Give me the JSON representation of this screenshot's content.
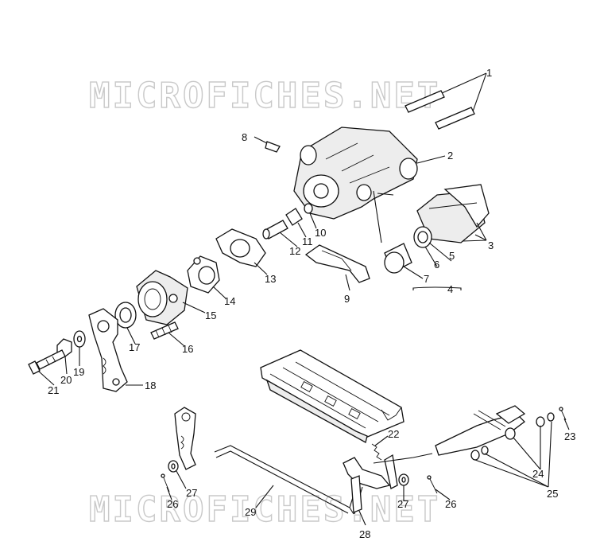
{
  "watermark": {
    "text_top": "MICROFICHES.NET",
    "text_bottom": "MICROFICHES.NET"
  },
  "callouts": [
    "1",
    "2",
    "3",
    "4",
    "5",
    "6",
    "7",
    "8",
    "9",
    "10",
    "11",
    "12",
    "13",
    "14",
    "15",
    "16",
    "17",
    "18",
    "19",
    "20",
    "21",
    "22",
    "23",
    "24",
    "25",
    "26",
    "27",
    "26",
    "27",
    "28",
    "29"
  ]
}
